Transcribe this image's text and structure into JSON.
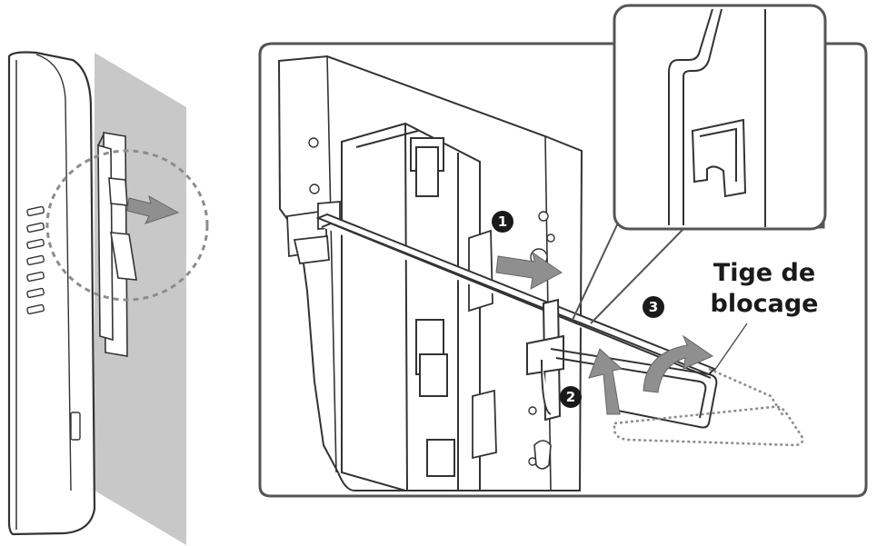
{
  "callout": {
    "line1": "Tige de",
    "line2": "blocage"
  },
  "steps": [
    {
      "number": "1"
    },
    {
      "number": "2"
    },
    {
      "number": "3"
    }
  ],
  "colors": {
    "outline": "#333333",
    "arrow_fill": "#8f8f8f",
    "wall_shade": "#c8c8c8",
    "background": "#ffffff"
  }
}
